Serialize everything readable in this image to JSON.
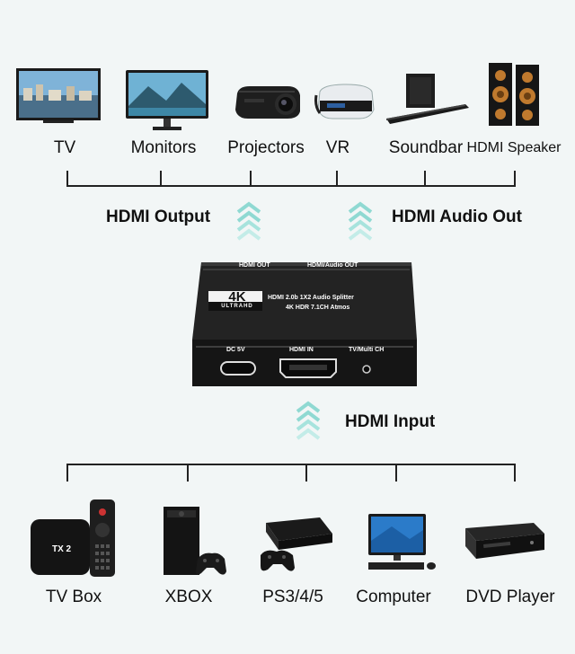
{
  "outputs": [
    {
      "name": "TV",
      "icon": "tv-icon"
    },
    {
      "name": "Monitors",
      "icon": "monitor-icon"
    },
    {
      "name": "Projectors",
      "icon": "projector-icon"
    },
    {
      "name": "VR",
      "icon": "vr-headset-icon"
    },
    {
      "name": "Soundbar",
      "icon": "soundbar-icon"
    },
    {
      "name": "HDMI Speaker",
      "icon": "speaker-icon"
    }
  ],
  "headings": {
    "hdmi_output": "HDMI Output",
    "hdmi_audio_out": "HDMI Audio Out",
    "hdmi_input": "HDMI Input"
  },
  "device": {
    "port_hdmi_out": "HDMI OUT",
    "port_hdmi_audio_out": "HDMI/Audio OUT",
    "badge_4k": "4K",
    "badge_ultrahd": "ULTRAHD",
    "brand_line": "HDMI 2.0b 1X2 Audio Splitter",
    "spec_line": "4K HDR 7.1CH Atmos",
    "port_dc": "DC 5V",
    "port_hdmi_in": "HDMI IN",
    "port_tv_multi": "TV/Multi CH"
  },
  "inputs": [
    {
      "name": "TV Box",
      "icon": "tv-box-icon",
      "box_label": "TX 2"
    },
    {
      "name": "XBOX",
      "icon": "xbox-icon"
    },
    {
      "name": "PS3/4/5",
      "icon": "playstation-icon"
    },
    {
      "name": "Computer",
      "icon": "computer-icon"
    },
    {
      "name": "DVD Player",
      "icon": "dvd-player-icon"
    }
  ],
  "colors": {
    "background": "#f2f6f6",
    "arrow": "#8fd9d2",
    "device_body": "#1c1c1c",
    "line": "#222222"
  }
}
